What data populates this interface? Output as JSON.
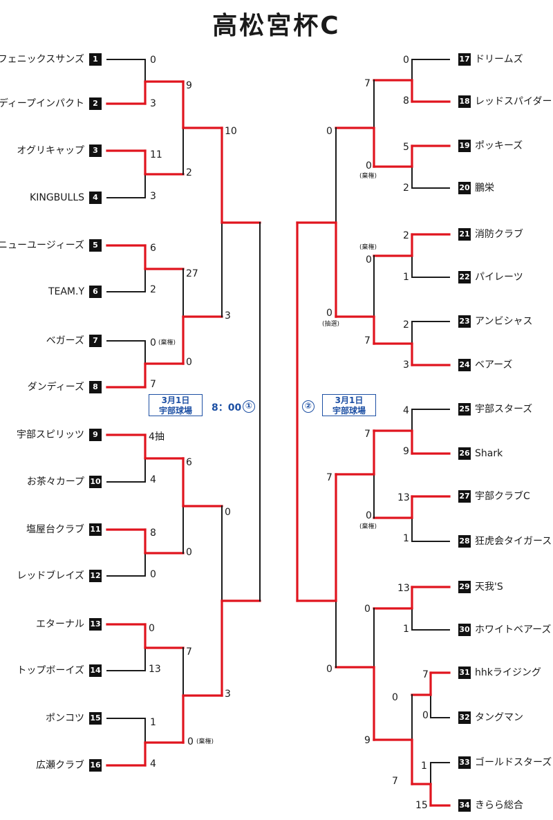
{
  "title": "高松宮杯C",
  "colors": {
    "win": "#e0141e",
    "line": "#1a1a1a",
    "venue": "#1c4fa3"
  },
  "teams": [
    {
      "no": "1",
      "name": "フェニックスサンズ"
    },
    {
      "no": "2",
      "name": "ディープインパクト"
    },
    {
      "no": "3",
      "name": "オグリキャップ"
    },
    {
      "no": "4",
      "name": "KINGBULLS"
    },
    {
      "no": "5",
      "name": "ニューユージィーズ"
    },
    {
      "no": "6",
      "name": "TEAM.Y"
    },
    {
      "no": "7",
      "name": "ベガーズ"
    },
    {
      "no": "8",
      "name": "ダンディーズ"
    },
    {
      "no": "9",
      "name": "宇部スピリッツ"
    },
    {
      "no": "10",
      "name": "お茶々カープ"
    },
    {
      "no": "11",
      "name": "塩屋台クラブ"
    },
    {
      "no": "12",
      "name": "レッドブレイズ"
    },
    {
      "no": "13",
      "name": "エターナル"
    },
    {
      "no": "14",
      "name": "トップボーイズ"
    },
    {
      "no": "15",
      "name": "ポンコツ"
    },
    {
      "no": "16",
      "name": "広瀬クラブ"
    },
    {
      "no": "17",
      "name": "ドリームズ"
    },
    {
      "no": "18",
      "name": "レッドスパイダー"
    },
    {
      "no": "19",
      "name": "ポッキーズ"
    },
    {
      "no": "20",
      "name": "鵬栄"
    },
    {
      "no": "21",
      "name": "消防クラブ"
    },
    {
      "no": "22",
      "name": "パイレーツ"
    },
    {
      "no": "23",
      "name": "アンビシャス"
    },
    {
      "no": "24",
      "name": "ベアーズ"
    },
    {
      "no": "25",
      "name": "宇部スターズ"
    },
    {
      "no": "26",
      "name": "Shark"
    },
    {
      "no": "27",
      "name": "宇部クラブC"
    },
    {
      "no": "28",
      "name": "狂虎会タイガース"
    },
    {
      "no": "29",
      "name": "天我'S"
    },
    {
      "no": "30",
      "name": "ホワイトベアーズ"
    },
    {
      "no": "31",
      "name": "hhkライジング"
    },
    {
      "no": "32",
      "name": "タングマン"
    },
    {
      "no": "33",
      "name": "ゴールドスターズ"
    },
    {
      "no": "34",
      "name": "きらら総合"
    }
  ],
  "scores": [
    {
      "t": "0"
    },
    {
      "t": "3"
    },
    {
      "t": "11"
    },
    {
      "t": "3"
    },
    {
      "t": "6"
    },
    {
      "t": "2"
    },
    {
      "t": "0",
      "note": "(棄権)"
    },
    {
      "t": "7"
    },
    {
      "t": "4抽"
    },
    {
      "t": "4"
    },
    {
      "t": "8"
    },
    {
      "t": "0"
    },
    {
      "t": "0"
    },
    {
      "t": "13"
    },
    {
      "t": "1"
    },
    {
      "t": "4"
    },
    {
      "t": "9"
    },
    {
      "t": "2"
    },
    {
      "t": "27"
    },
    {
      "t": "0"
    },
    {
      "t": "6"
    },
    {
      "t": "0"
    },
    {
      "t": "7"
    },
    {
      "t": "0",
      "note": "(棄権)"
    },
    {
      "t": "10"
    },
    {
      "t": "3"
    },
    {
      "t": "0"
    },
    {
      "t": "3"
    },
    {
      "t": "0"
    },
    {
      "t": "8"
    },
    {
      "t": "5"
    },
    {
      "t": "2"
    },
    {
      "t": "2"
    },
    {
      "t": "1"
    },
    {
      "t": "2"
    },
    {
      "t": "3"
    },
    {
      "t": "4"
    },
    {
      "t": "9"
    },
    {
      "t": "13"
    },
    {
      "t": "1"
    },
    {
      "t": "13"
    },
    {
      "t": "1"
    },
    {
      "t": "1"
    },
    {
      "t": "15"
    },
    {
      "t": "7"
    },
    {
      "t": "0"
    },
    {
      "t": "7"
    },
    {
      "t": "0",
      "note": "(棄権)"
    },
    {
      "t": "0",
      "note": "(棄権)"
    },
    {
      "t": "7"
    },
    {
      "t": "7"
    },
    {
      "t": "0",
      "note": "(棄権)"
    },
    {
      "t": "0"
    },
    {
      "t": "0"
    },
    {
      "t": "7"
    },
    {
      "t": "0"
    },
    {
      "t": "0",
      "note": "(抽選)"
    },
    {
      "t": "7"
    },
    {
      "t": "0"
    },
    {
      "t": "9"
    }
  ],
  "venues": {
    "left": {
      "date": "3月1日",
      "place": "宇部球場",
      "time": "8：00",
      "mark": "①"
    },
    "right": {
      "date": "3月1日",
      "place": "宇部球場",
      "mark": "②"
    }
  }
}
